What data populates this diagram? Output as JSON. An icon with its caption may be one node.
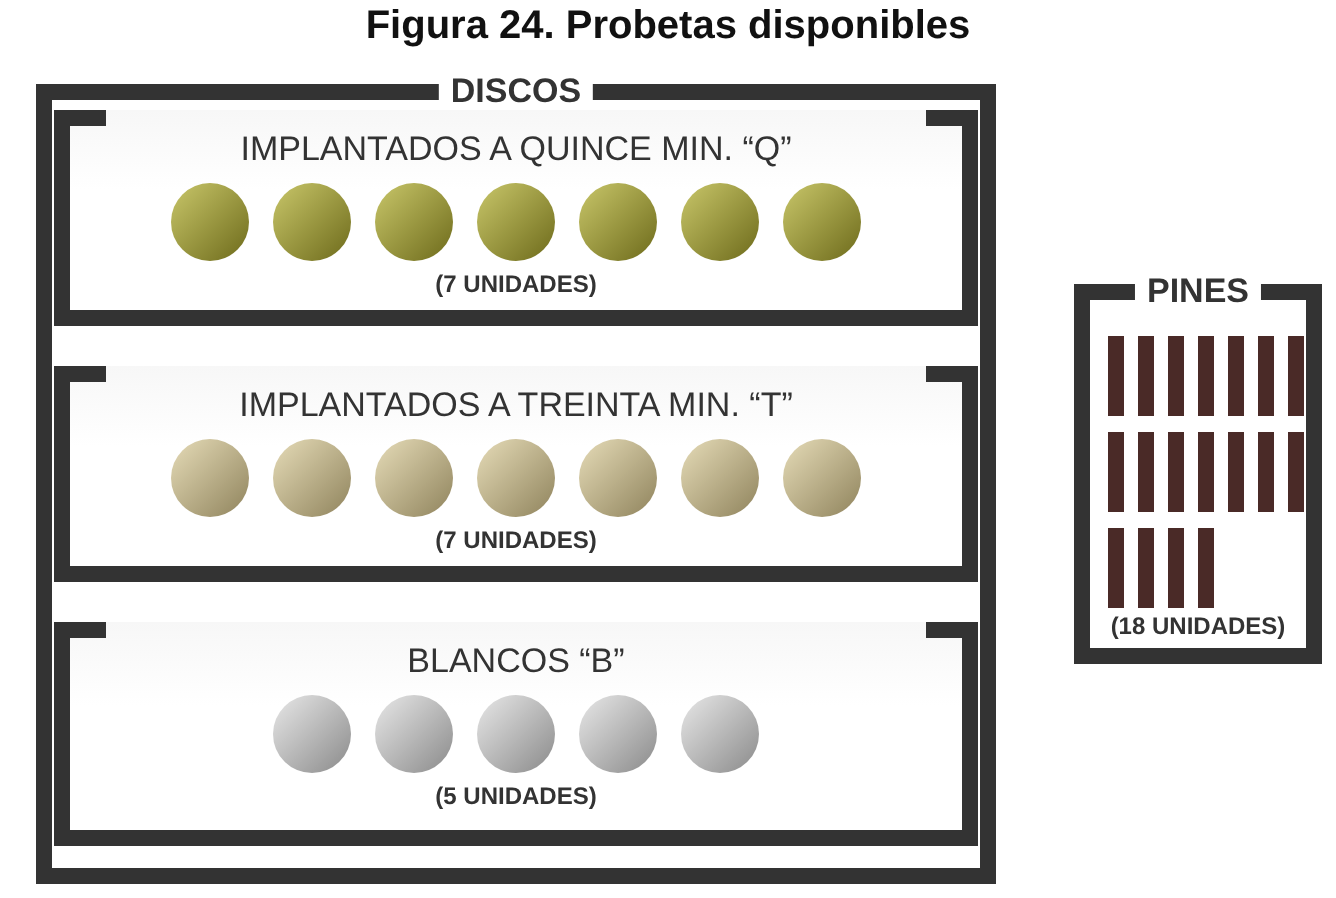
{
  "diagram": {
    "title": "Figura 24. Probetas disponibles",
    "nodes": [
      {
        "text": [
          "DISCOS"
        ]
      },
      {
        "text": [
          "IMPLANTADOS A QUINCE MIN. “Q”",
          "(7 UNIDADES)"
        ],
        "in": 0
      },
      {
        "text": [
          "IMPLANTADOS A TREINTA MIN. “T”",
          "(7 UNIDADES)"
        ],
        "in": 0
      },
      {
        "text": [
          "BLANCOS “B”",
          "(5 UNIDADES)"
        ],
        "in": 0
      },
      {
        "text": [
          "PINES",
          "(18 UNIDADES)"
        ]
      }
    ]
  }
}
